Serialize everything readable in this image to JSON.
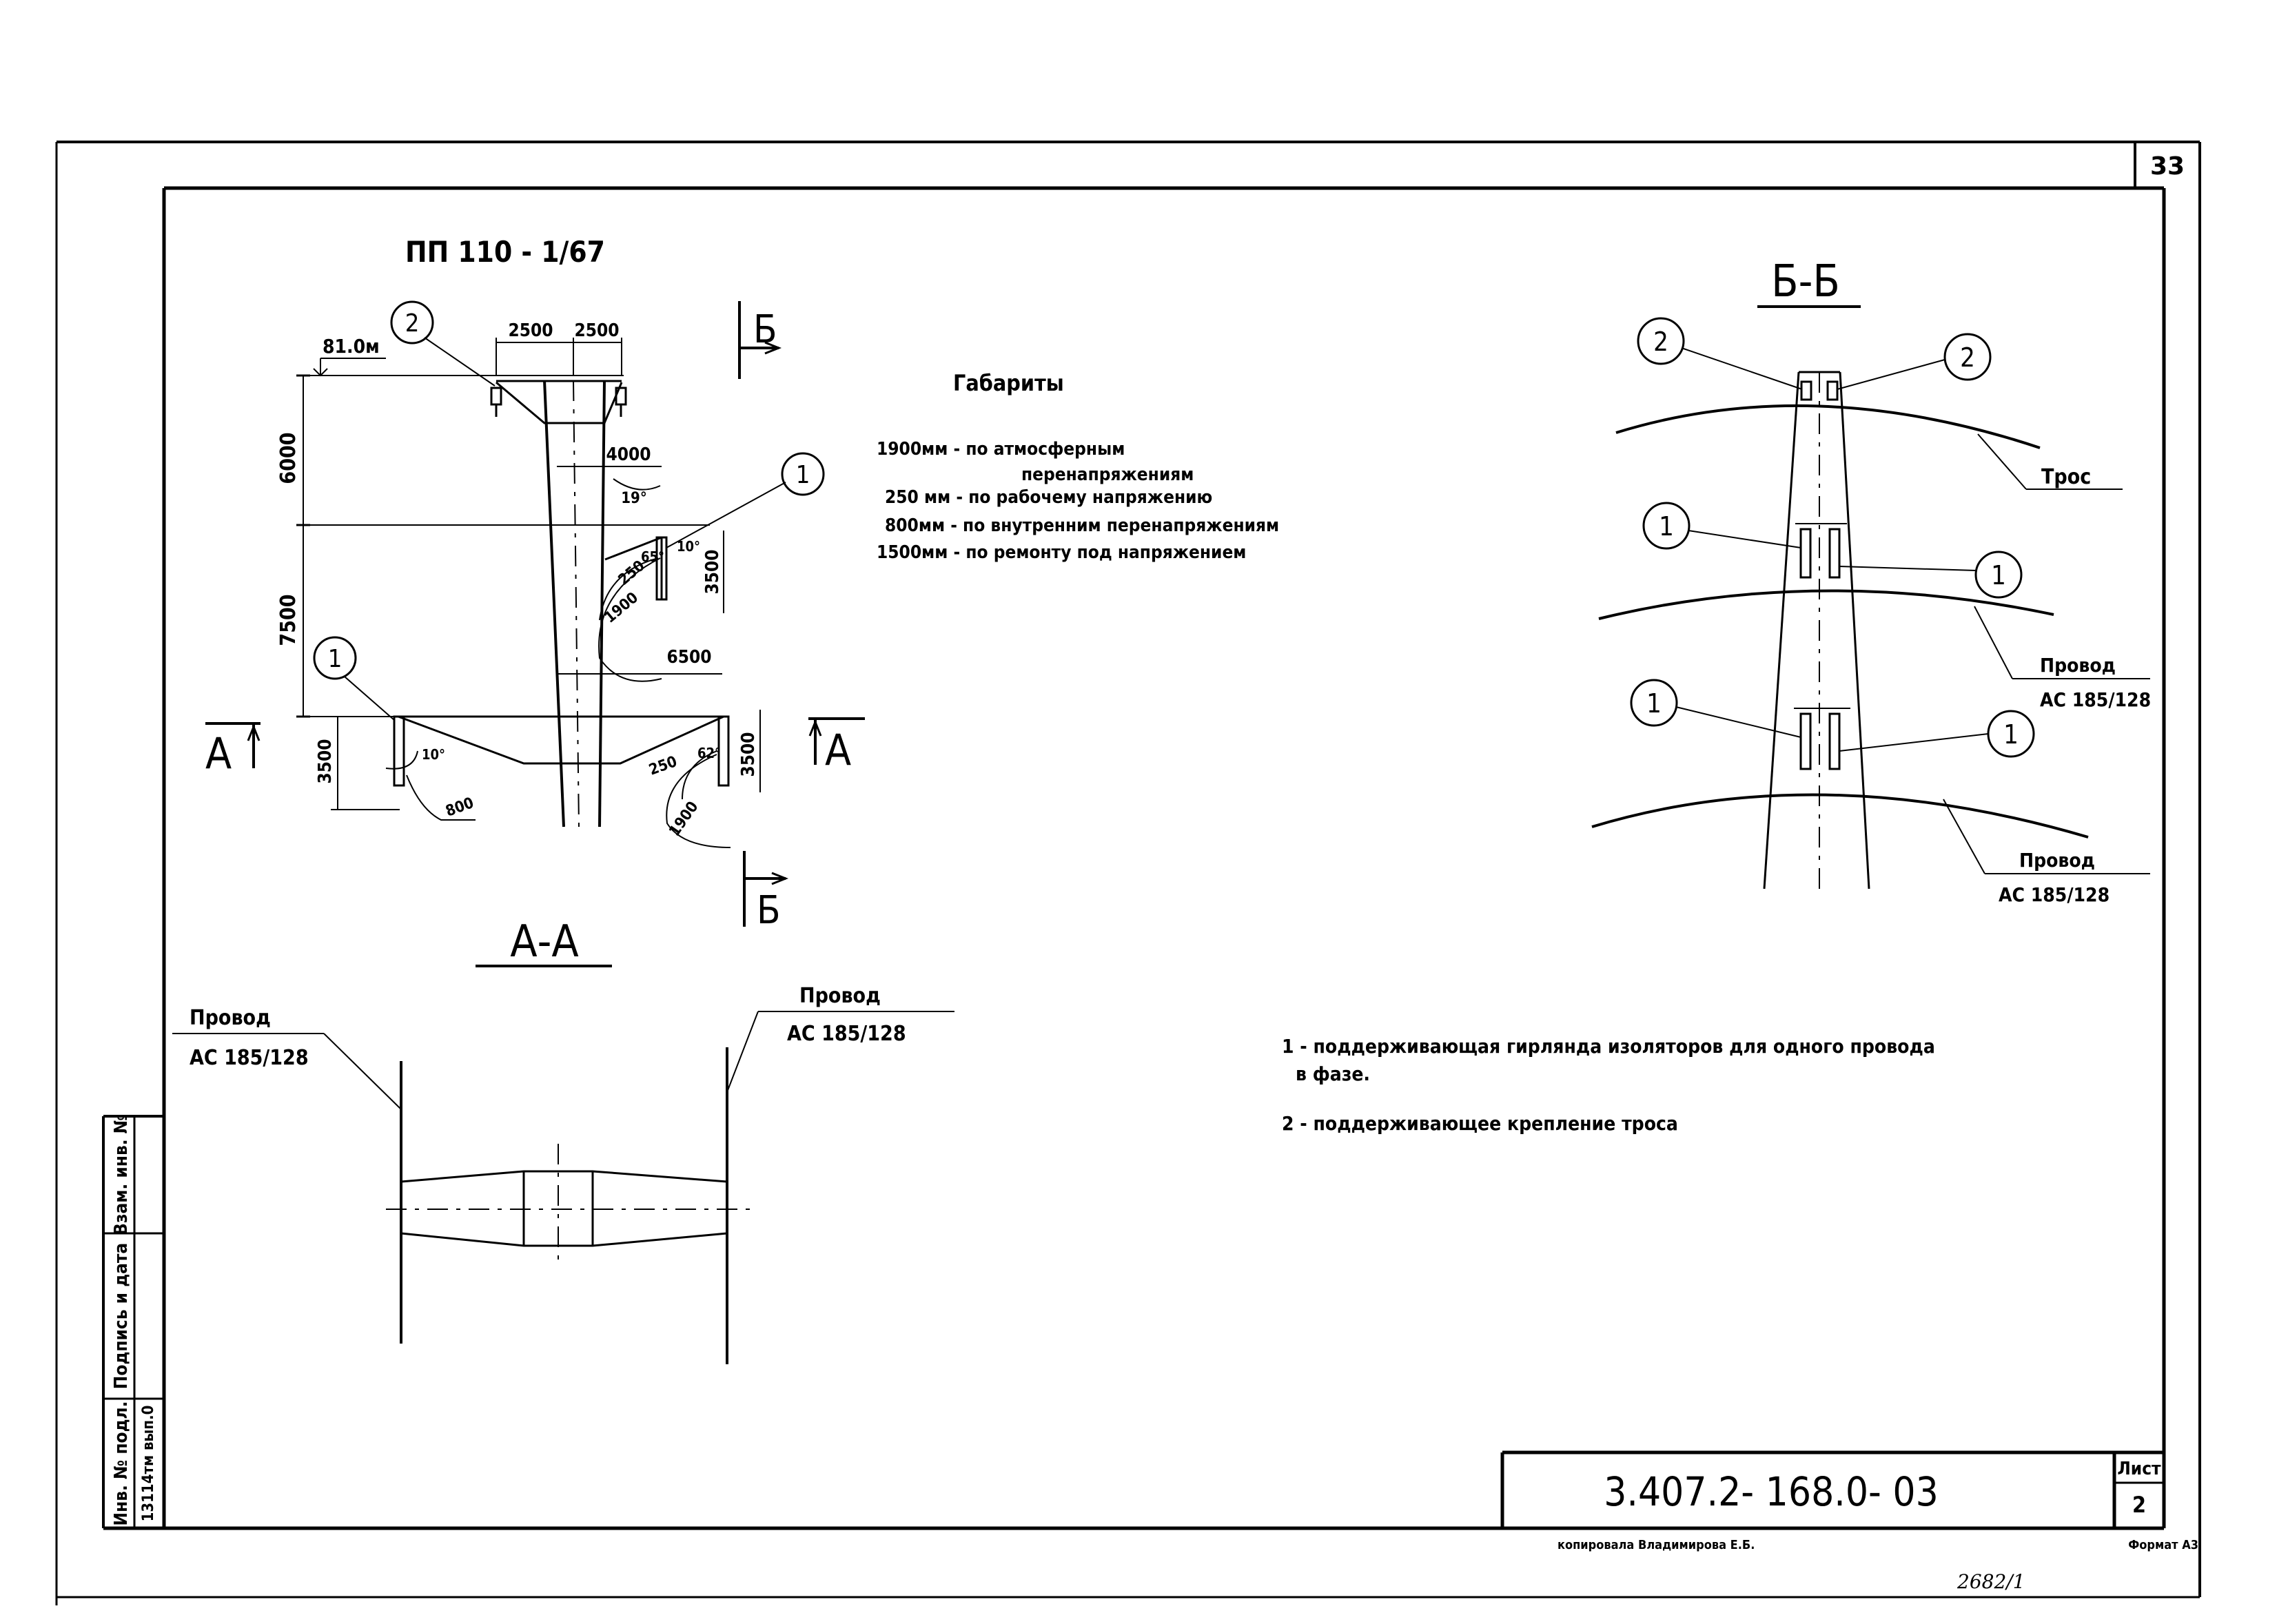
{
  "sheet_corner_number": "33",
  "title_top": "ПП 110 - 1/67",
  "section_bb_title": "Б-Б",
  "section_aa_title": "А-А",
  "clearances": {
    "heading": "Габариты",
    "lines": [
      "1900мм - по атмосферным",
      "перенапряжениям",
      "250 мм - по рабочему напряжению",
      "800мм - по внутренним перенапряжениям",
      "1500мм - по ремонту под напряжением"
    ]
  },
  "elevation": {
    "level_mark": "81.0м",
    "dims": {
      "crossarm_left": "2500",
      "crossarm_right": "2500",
      "vert_top": "6000",
      "vert_mid": "7500",
      "arm_mid": "4000",
      "arm_low": "6500",
      "string_mid": "3500",
      "string_low_left": "3500",
      "string_low_right": "3500",
      "clear_250_a": "250",
      "clear_1900_a": "1900",
      "clear_250_b": "250",
      "clear_1900_b": "1900",
      "clear_800": "800",
      "angle_19": "19°",
      "angle_10a": "10°",
      "angle_10b": "10°",
      "angle_65": "65°",
      "angle_62": "62°"
    },
    "callouts": {
      "c1": "1",
      "c2": "2",
      "c3": "1"
    },
    "section_marks": {
      "a_left": "А",
      "a_right": "А",
      "b_top": "Б",
      "b_bottom": "Б"
    }
  },
  "section_bb": {
    "callouts": {
      "c2a": "2",
      "c2b": "2",
      "c1a": "1",
      "c1b": "1",
      "c1c": "1",
      "c1d": "1"
    },
    "labels": {
      "tros": "Трос",
      "provod1": "Провод",
      "provod1_type": "АС 185/128",
      "provod2": "Провод",
      "provod2_type": "АС 185/128"
    }
  },
  "section_aa": {
    "left_label": "Провод",
    "left_type": "АС 185/128",
    "right_label": "Провод",
    "right_type": "АС 185/128"
  },
  "legend": [
    {
      "text": "1 - поддерживающая гирлянда изоляторов для одного провода",
      "cont": "в фазе."
    },
    {
      "text": "2 - поддерживающее крепление троса",
      "cont": ""
    }
  ],
  "stamp_side": {
    "cells": [
      "Взам. инв. №",
      "Подпись и дата",
      "Инв. № подл.",
      "13114тм вып.0"
    ]
  },
  "title_block": {
    "doc_code": "3.407.2- 168.0- 03",
    "sheet_label": "Лист",
    "sheet_number": "2",
    "copied_by": "копировала   Владимирова Е.Б.",
    "format": "Формат А3",
    "handwritten": "2682/1"
  },
  "colors": {
    "ink": "#000000",
    "paper": "#ffffff"
  }
}
